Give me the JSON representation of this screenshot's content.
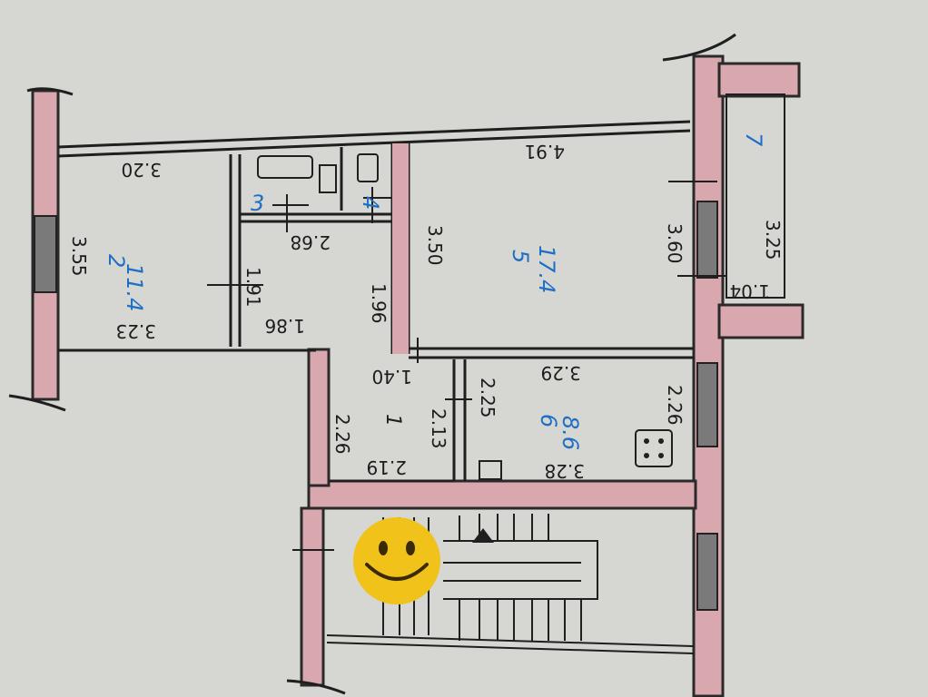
{
  "rooms": [
    {
      "number": "2",
      "area": "11.4"
    },
    {
      "number": "3",
      "area": ""
    },
    {
      "number": "4",
      "area": ""
    },
    {
      "number": "5",
      "area": "17.4"
    },
    {
      "number": "6",
      "area": "8.6"
    },
    {
      "number": "1",
      "area": ""
    },
    {
      "number": "7",
      "area": ""
    }
  ],
  "dimensions": {
    "room2_top": "3.20",
    "room2_side": "3.55",
    "room2_bottom": "3.23",
    "room3_width": "2.68",
    "corridor_width": "1.91",
    "corridor_len": "1.86",
    "hall_depth": "1.96",
    "room5_side": "3.50",
    "room5_top": "4.91",
    "room5_right": "3.60",
    "hall_width": "1.40",
    "hall_side": "2.26",
    "hall_inner_a": "2.13",
    "hall_inner_b": "2.25",
    "hall_bottom": "2.19",
    "room6_top": "3.29",
    "room6_right": "2.26",
    "room6_bottom": "3.28",
    "balcony_length": "3.25",
    "balcony_width": "1.04"
  },
  "colors": {
    "wall_fill": "#d9a7ae",
    "room_number": "#1e6fc4"
  },
  "icons": [
    "stove-icon",
    "bathtub-icon",
    "toilet-icon",
    "sink-icon",
    "staircase-icon",
    "smiley-icon"
  ]
}
